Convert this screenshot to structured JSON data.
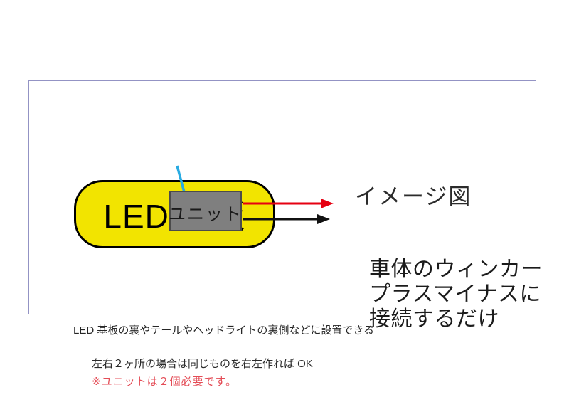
{
  "diagram": {
    "title": "イメージ図",
    "led_board": {
      "label": "LED 基板"
    },
    "unit": {
      "label": "ユニット"
    },
    "destination": {
      "line1": "車体のウィンカー",
      "line2": "プラスマイナスに",
      "line3": "接続するだけ"
    },
    "caption": "LED 基板の裏やテールやヘッドライトの裏側などに設置できる",
    "note": "左右２ヶ所の場合は同じものを右左作れば OK",
    "warning": "※ユニットは２個必要です。",
    "colors": {
      "led_board_fill": "#f2e400",
      "unit_fill": "#7f7f7f",
      "wire_blue": "#29abe2",
      "arrow_red": "#e60012",
      "arrow_black": "#111111",
      "warning_red": "#e44d57",
      "frame_border": "#9393c4"
    }
  }
}
